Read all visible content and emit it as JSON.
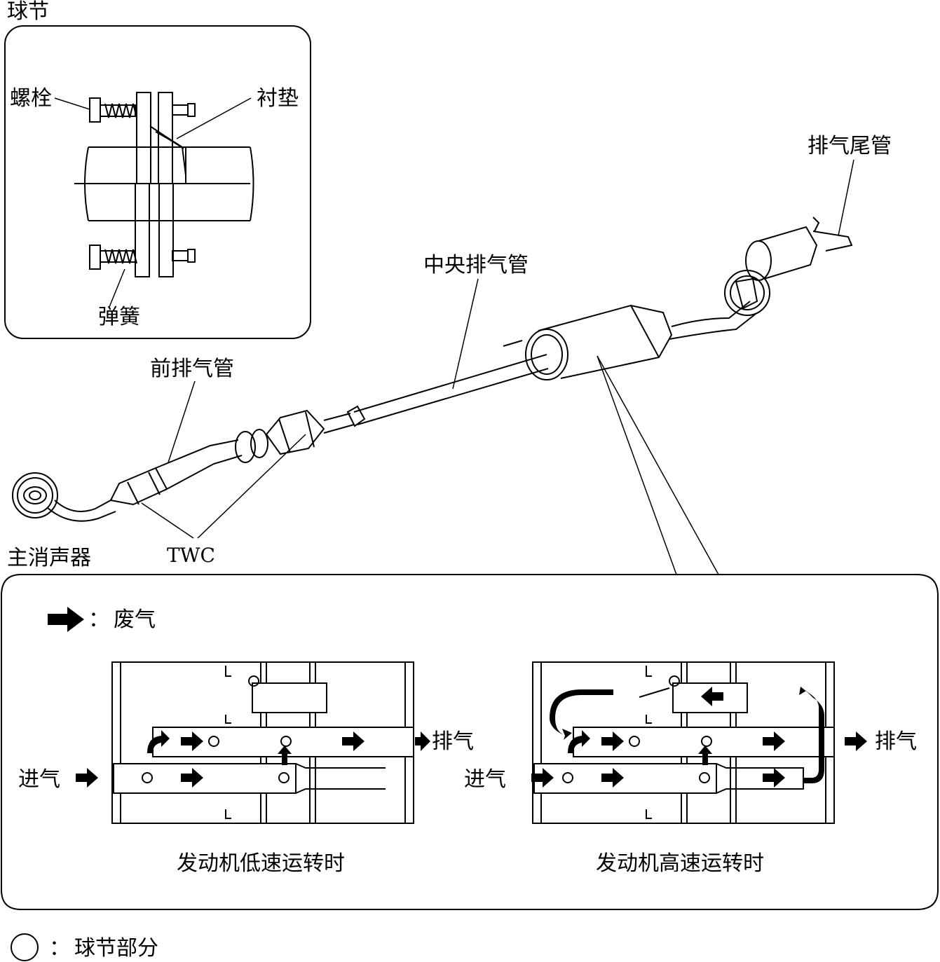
{
  "labels": {
    "ball_joint_title": "球节",
    "bolt": "螺栓",
    "gasket": "衬垫",
    "spring": "弹簧",
    "tailpipe": "排气尾管",
    "center_pipe": "中央排气管",
    "front_pipe": "前排气管",
    "twc": "TWC",
    "main_muffler": "主消声器",
    "legend_exhaust": "废气",
    "legend_colon": "：",
    "intake_left": "进气",
    "exhaust_left": "排气",
    "intake_right": "进气",
    "exhaust_right": "排气",
    "caption_low": "发动机低速运转时",
    "caption_high": "发动机高速运转时",
    "ball_joint_part": "球节部分",
    "ball_joint_colon": "："
  }
}
